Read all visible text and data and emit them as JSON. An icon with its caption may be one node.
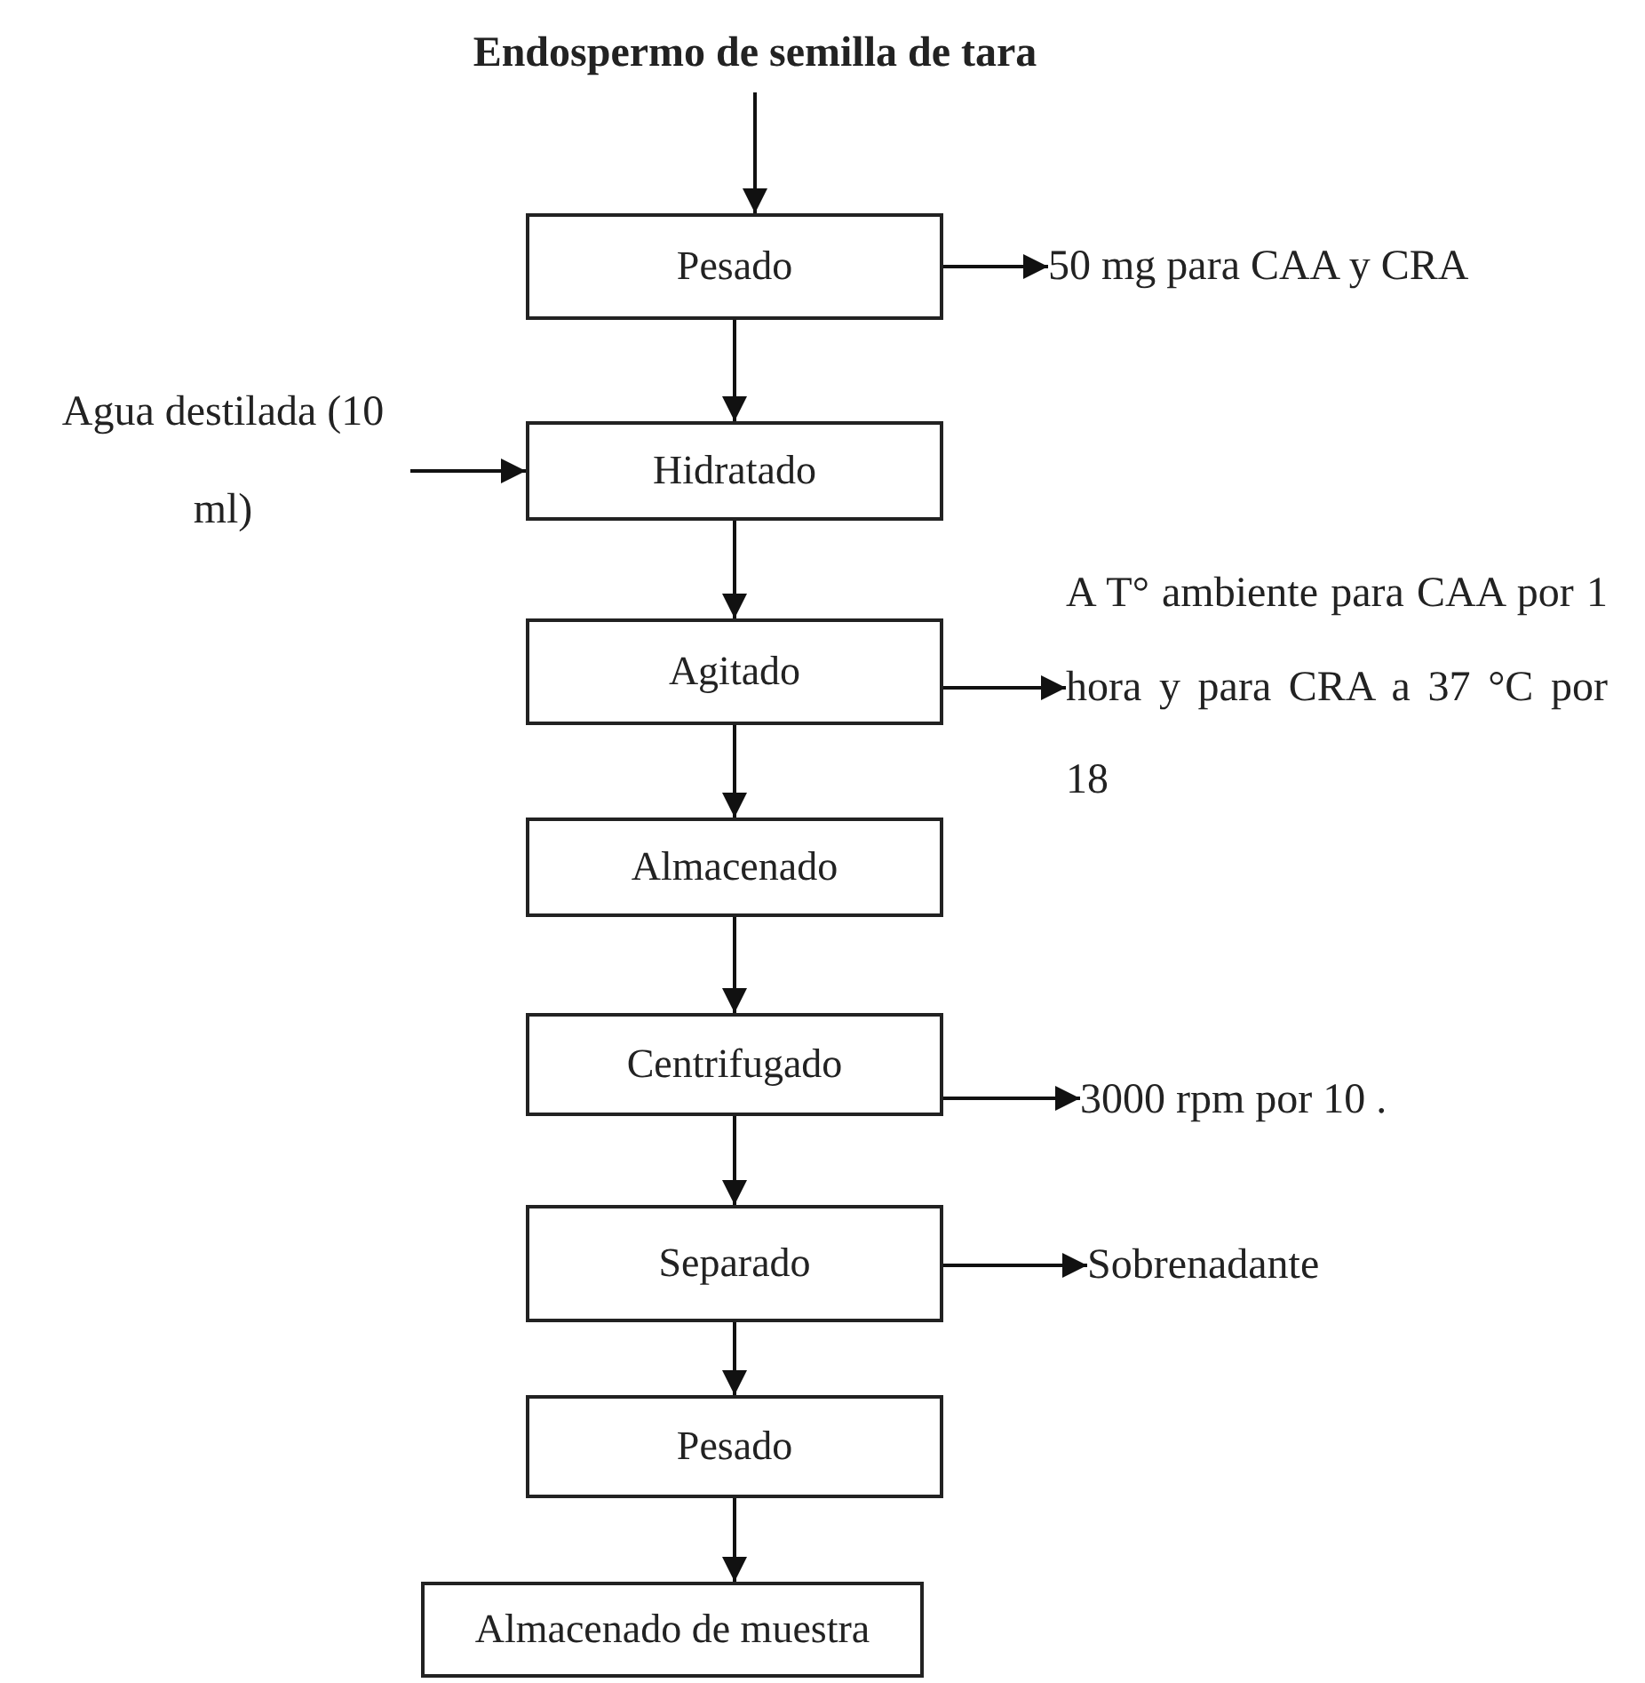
{
  "diagram": {
    "nodes": [
      {
        "text": [
          "Endospermo de semilla de tara"
        ]
      },
      {
        "text": [
          "Pesado"
        ]
      },
      {
        "text": [
          "50 mg para CAA y CRA"
        ]
      },
      {
        "text": [
          "Agua destilada (10 ml)"
        ]
      },
      {
        "text": [
          "Hidratado"
        ]
      },
      {
        "text": [
          "Agitado"
        ]
      },
      {
        "text": [
          "A T° ambiente para CAA por 1 hora y para CRA a 37 °C por 18"
        ]
      },
      {
        "text": [
          "Almacenado"
        ]
      },
      {
        "text": [
          "Centrifugado"
        ]
      },
      {
        "text": [
          "3000 rpm por 10 ."
        ]
      },
      {
        "text": [
          "Separado"
        ]
      },
      {
        "text": [
          "Sobrenadante"
        ]
      },
      {
        "text": [
          "Pesado"
        ]
      },
      {
        "text": [
          "Almacenado de muestra"
        ]
      }
    ],
    "edges": [
      {
        "from": 0,
        "to": 1,
        "arrow": "to"
      },
      {
        "from": 1,
        "to": 2,
        "arrow": "to"
      },
      {
        "from": 1,
        "to": 4,
        "arrow": "to"
      },
      {
        "from": 3,
        "to": 4,
        "arrow": "to"
      },
      {
        "from": 4,
        "to": 5,
        "arrow": "to"
      },
      {
        "from": 5,
        "to": 6,
        "arrow": "to"
      },
      {
        "from": 5,
        "to": 7,
        "arrow": "to"
      },
      {
        "from": 7,
        "to": 8,
        "arrow": "to"
      },
      {
        "from": 8,
        "to": 9,
        "arrow": "to"
      },
      {
        "from": 8,
        "to": 10,
        "arrow": "to"
      },
      {
        "from": 10,
        "to": 11,
        "arrow": "to"
      },
      {
        "from": 10,
        "to": 12,
        "arrow": "to"
      },
      {
        "from": 12,
        "to": 13,
        "arrow": "to"
      }
    ]
  }
}
